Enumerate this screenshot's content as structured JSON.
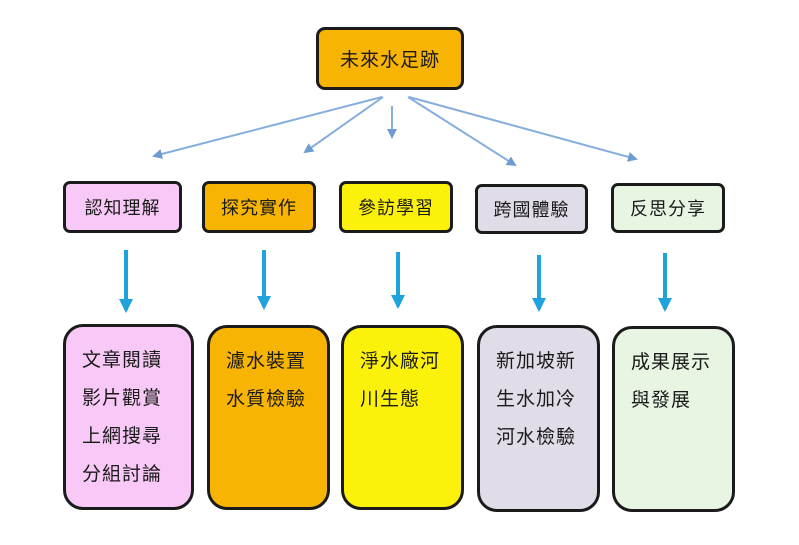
{
  "root": {
    "label": "未來水足跡"
  },
  "categories": [
    {
      "label": "認知理解",
      "color": "#f8c9f6"
    },
    {
      "label": "探究實作",
      "color": "#f7b403"
    },
    {
      "label": "參訪學習",
      "color": "#fcf10a"
    },
    {
      "label": "跨國體驗",
      "color": "#e1dde8"
    },
    {
      "label": "反思分享",
      "color": "#e7f5e2"
    }
  ],
  "details": [
    {
      "lines": [
        "文章閱讀",
        "影片觀賞",
        "上網搜尋",
        "分組討論"
      ]
    },
    {
      "lines": [
        "濾水裝置",
        "水質檢驗"
      ]
    },
    {
      "lines": [
        "淨水廠河",
        "川生態"
      ]
    },
    {
      "lines": [
        "新加坡新",
        "生水加冷",
        "河水檢驗"
      ]
    },
    {
      "lines": [
        "成果展示",
        "與發展"
      ]
    }
  ],
  "colors": {
    "root_fill": "#f7b403",
    "thin_arrow": "#7aa3d6",
    "thick_arrow": "#20a4dc",
    "border": "#1b1b1b"
  }
}
